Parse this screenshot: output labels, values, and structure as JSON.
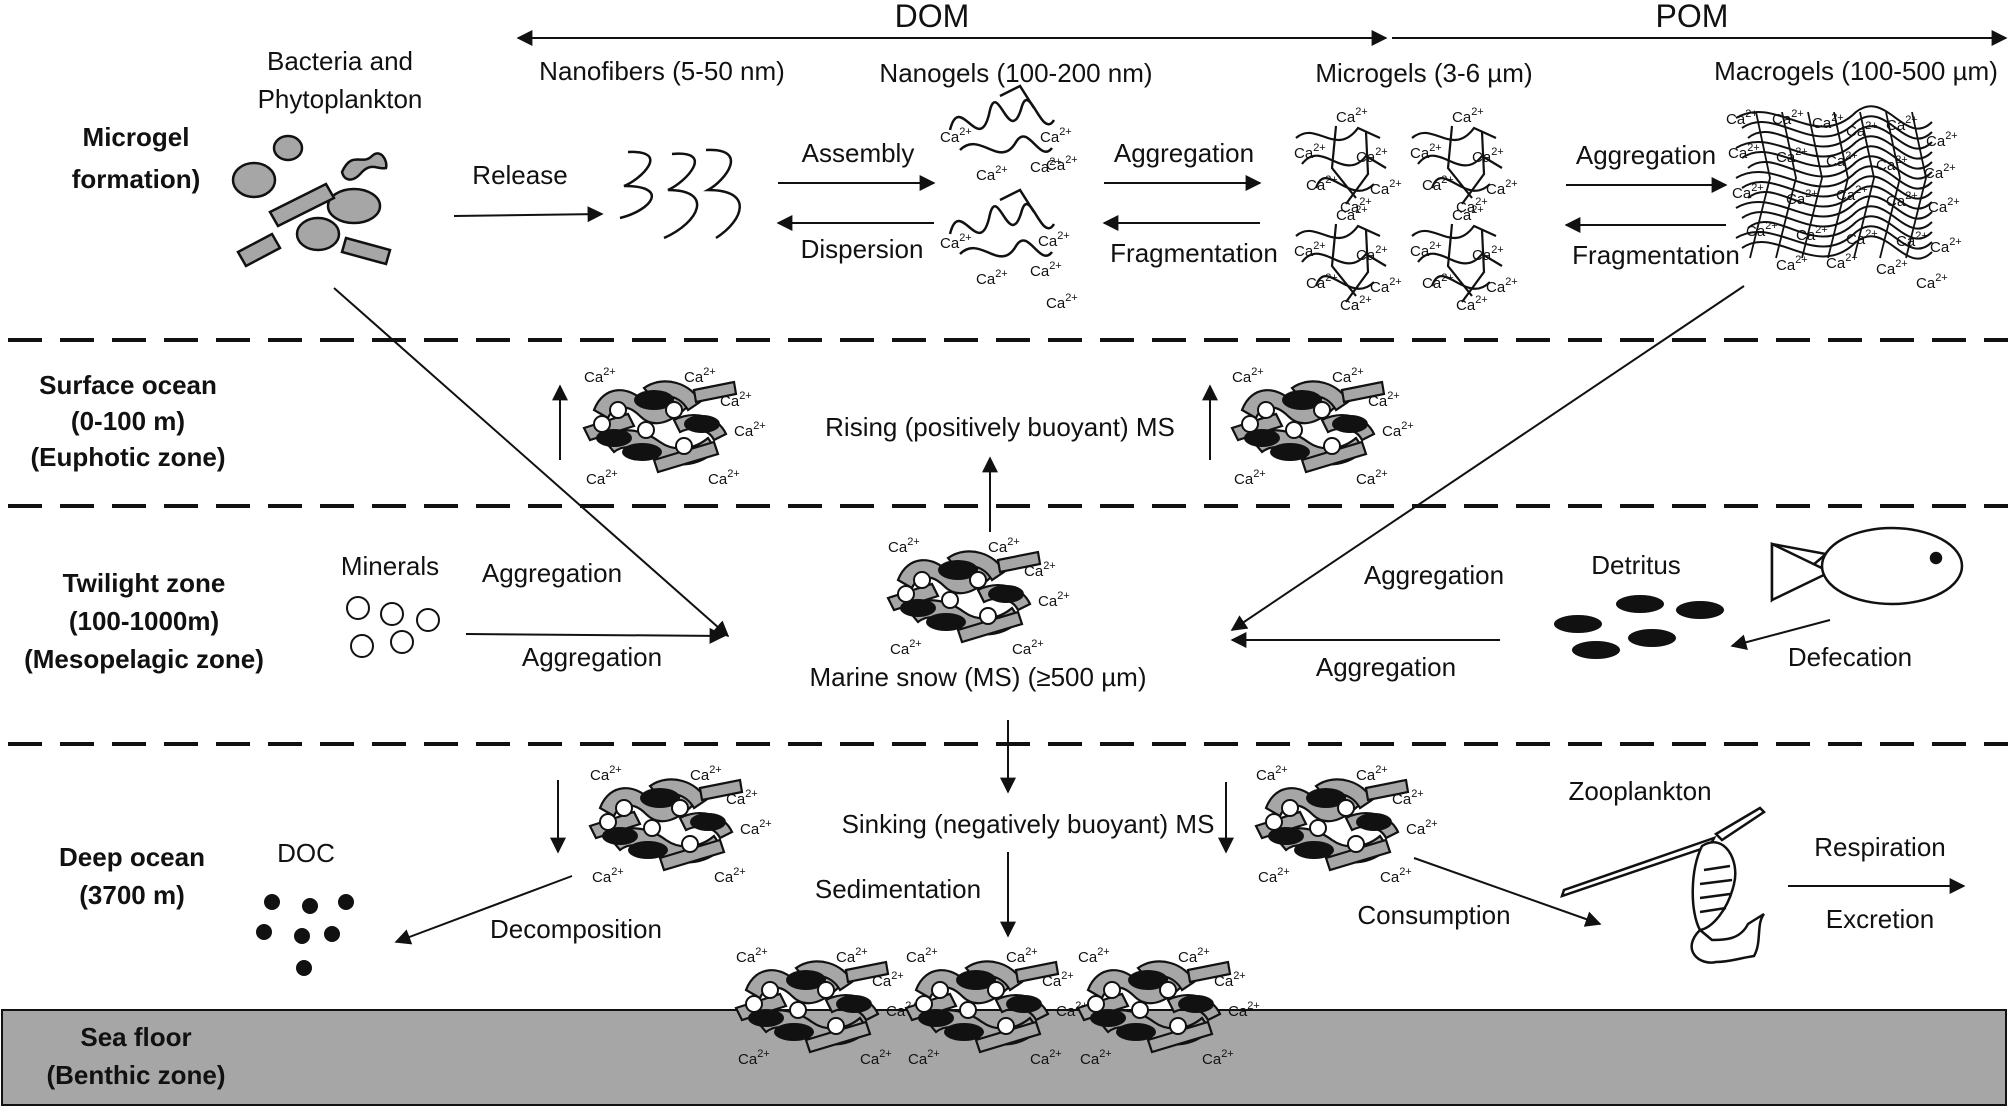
{
  "header": {
    "dom": "DOM",
    "pom": "POM",
    "sizes": {
      "nanofibers": "Nanofibers (5-50 nm)",
      "nanogels": "Nanogels (100-200 nm)",
      "microgels": "Microgels (3-6 µm)",
      "macrogels": "Macrogels (100-500 µm)"
    }
  },
  "zones": {
    "microgel": [
      "Microgel",
      "formation)"
    ],
    "surface": [
      "Surface ocean",
      "(0-100 m)",
      "(Euphotic zone)"
    ],
    "twilight": [
      "Twilight zone",
      "(100-1000m)",
      "(Mesopelagic zone)"
    ],
    "deep": [
      "Deep ocean",
      "(3700 m)"
    ],
    "seafloor": [
      "Sea floor",
      "(Benthic zone)"
    ]
  },
  "sources": {
    "bacteria": [
      "Bacteria and",
      "Phytoplankton"
    ],
    "minerals": "Minerals",
    "detritus": "Detritus",
    "doc": "DOC",
    "zooplankton": "Zooplankton"
  },
  "processes": {
    "release": "Release",
    "assembly": "Assembly",
    "dispersion": "Dispersion",
    "aggregation_1": "Aggregation",
    "fragmentation_1": "Fragmentation",
    "aggregation_2": "Aggregation",
    "fragmentation_2": "Fragmentation",
    "rising": "Rising (positively buoyant) MS",
    "agg_minerals_top": "Aggregation",
    "agg_minerals_bottom": "Aggregation",
    "agg_detritus_top": "Aggregation",
    "agg_detritus_bottom": "Aggregation",
    "marine_snow": "Marine snow (MS) (≥500 µm)",
    "defecation": "Defecation",
    "sinking": "Sinking (negatively buoyant) MS",
    "sedimentation": "Sedimentation",
    "decomposition": "Decomposition",
    "consumption": "Consumption",
    "respiration": "Respiration",
    "excretion": "Excretion"
  },
  "ion": {
    "base": "Ca",
    "charge": "2+"
  },
  "colors": {
    "particle_gray": "#a6a6a6",
    "seafloor": "#a6a6a6",
    "ink": "#111111"
  }
}
